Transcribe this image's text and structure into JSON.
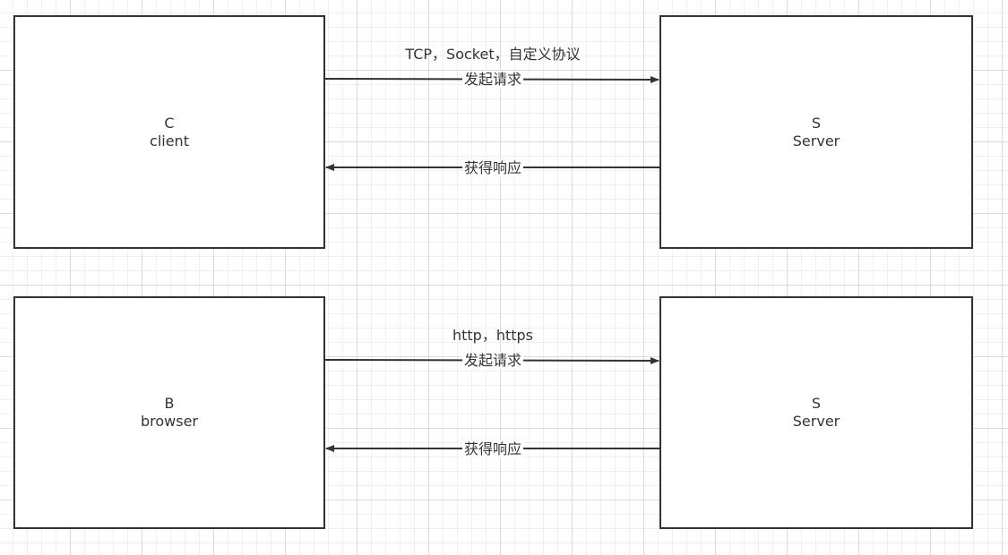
{
  "colors": {
    "stroke": "#333333",
    "text": "#333333",
    "background": "#ffffff",
    "grid_major": "#dcdcdc",
    "grid_minor": "#f0f0f0"
  },
  "cs": {
    "client_box": {
      "letter": "C",
      "name": "client"
    },
    "server_box": {
      "letter": "S",
      "name": "Server"
    },
    "protocol_label": "TCP，Socket，自定义协议",
    "request_label": "发起请求",
    "response_label": "获得响应"
  },
  "bs": {
    "browser_box": {
      "letter": "B",
      "name": "browser"
    },
    "server_box": {
      "letter": "S",
      "name": "Server"
    },
    "protocol_label": "http，https",
    "request_label": "发起请求",
    "response_label": "获得响应"
  }
}
